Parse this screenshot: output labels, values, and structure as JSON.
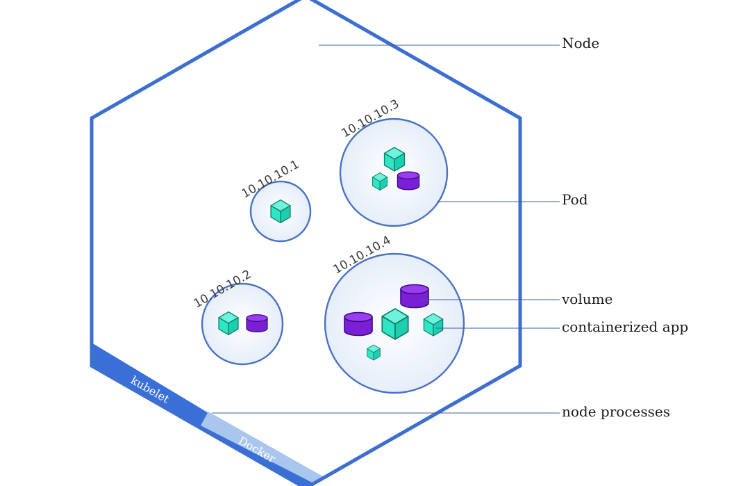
{
  "labels": {
    "node": "Node",
    "pod": "Pod",
    "volume": "volume",
    "containerized_app": "containerized app",
    "node_processes": "node processes"
  },
  "pods": [
    {
      "ip": "10.10.10.1"
    },
    {
      "ip": "10.10.10.2"
    },
    {
      "ip": "10.10.10.3"
    },
    {
      "ip": "10.10.10.4"
    }
  ],
  "node_processes": {
    "kubelet": "kubelet",
    "docker": "Docker"
  },
  "colors": {
    "node_border": "#3c6fd1",
    "kubelet_band": "#3a6fd8",
    "docker_band": "#a9c6ee",
    "pod_border": "#4a72c4",
    "container_fill": "#2ee6c4",
    "container_stroke": "#0f7f6c",
    "volume_fill": "#7b1fd6",
    "volume_stroke": "#3a0a80"
  },
  "icons": {
    "container": "cube-icon",
    "volume": "cylinder-icon"
  }
}
